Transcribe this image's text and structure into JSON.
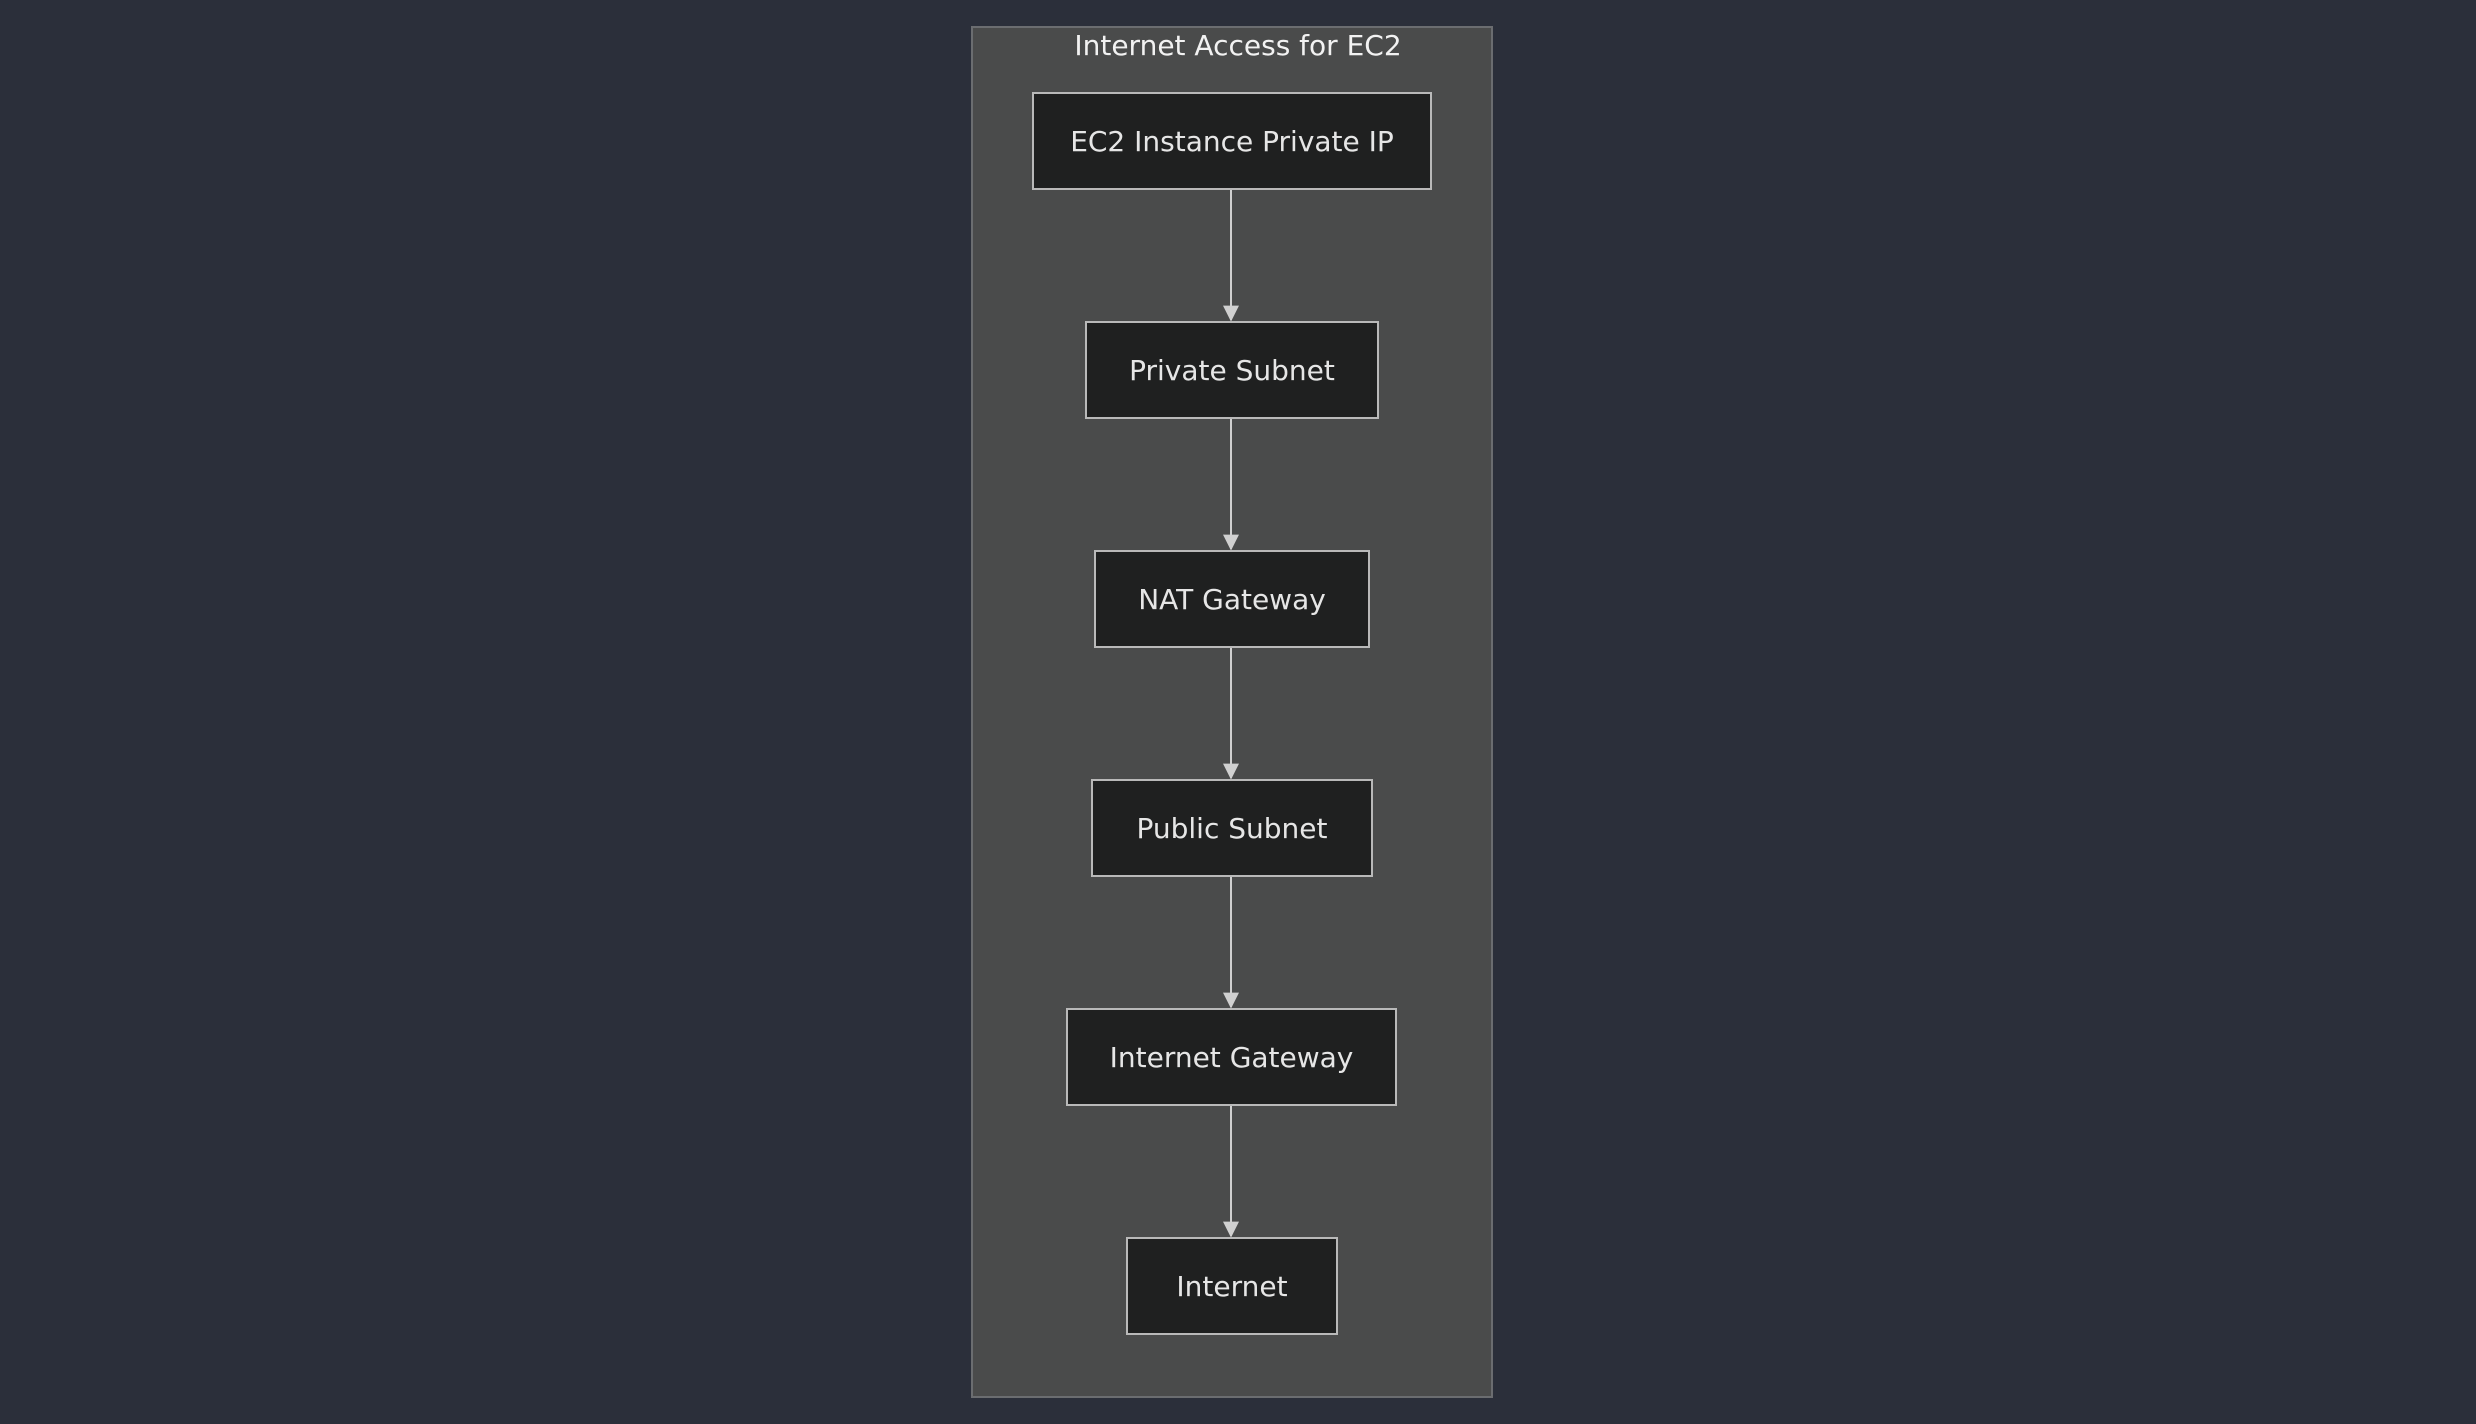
{
  "diagram": {
    "cluster_title": "Internet Access for EC2",
    "nodes": [
      {
        "id": "ec2",
        "label": "EC2 Instance Private IP"
      },
      {
        "id": "private-subnet",
        "label": "Private Subnet"
      },
      {
        "id": "nat-gateway",
        "label": "NAT Gateway"
      },
      {
        "id": "public-subnet",
        "label": "Public Subnet"
      },
      {
        "id": "internet-gateway",
        "label": "Internet Gateway"
      },
      {
        "id": "internet",
        "label": "Internet"
      }
    ],
    "edges": [
      {
        "from": "ec2",
        "to": "private-subnet"
      },
      {
        "from": "private-subnet",
        "to": "nat-gateway"
      },
      {
        "from": "nat-gateway",
        "to": "public-subnet"
      },
      {
        "from": "public-subnet",
        "to": "internet-gateway"
      },
      {
        "from": "internet-gateway",
        "to": "internet"
      }
    ]
  },
  "colors": {
    "background": "#2b2f3a",
    "cluster_fill": "#4a4b4b",
    "node_fill": "#1f2020",
    "node_border": "#b9b9b9",
    "edge": "#d0d0d0",
    "text": "#e6e6e6"
  }
}
